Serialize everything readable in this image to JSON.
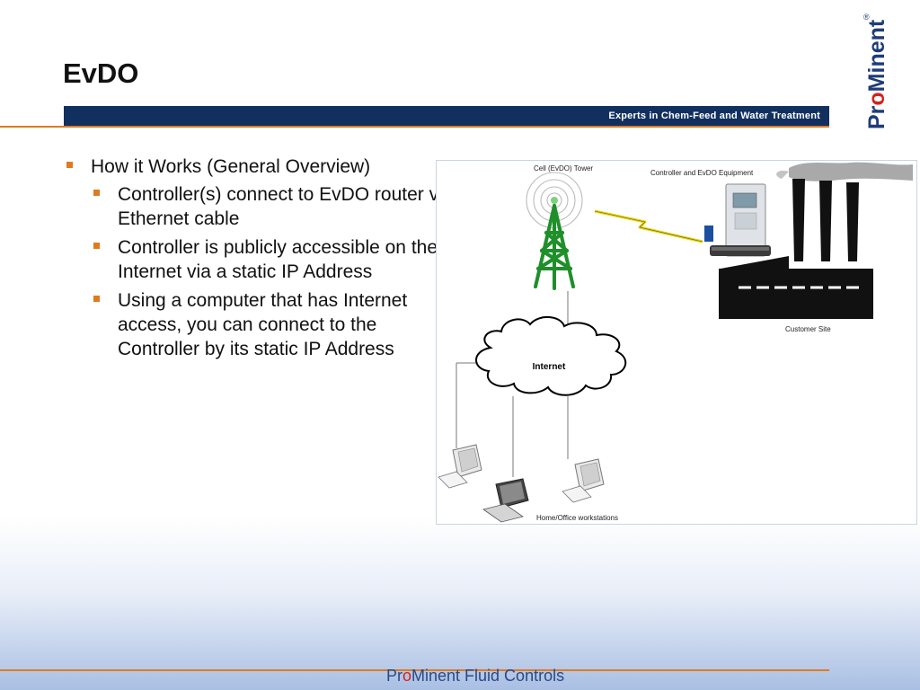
{
  "slide": {
    "title": "EvDO",
    "tagline": "Experts in Chem-Feed and Water Treatment"
  },
  "logo": {
    "pro": "Pr",
    "o": "o",
    "minent": "Minent",
    "registered": "®"
  },
  "bullets": [
    {
      "level": 1,
      "text": "How it Works (General Overview)"
    },
    {
      "level": 2,
      "text": "Controller(s) connect to EvDO router via Ethernet cable"
    },
    {
      "level": 2,
      "text": "Controller is publicly accessible on the Internet via a static IP Address"
    },
    {
      "level": 2,
      "text": "Using a computer that has Internet access, you can connect to the Controller by its static IP Address"
    }
  ],
  "diagram": {
    "tower_label": "Cell (EvDO) Tower",
    "equipment_label": "Controller and EvDO Equipment",
    "customer_label": "Customer Site",
    "internet_label": "Internet",
    "workstations_label": "Home/Office workstations"
  },
  "footer": {
    "pr": "Pr",
    "o": "o",
    "rest": "Minent Fluid Controls"
  },
  "colors": {
    "navy": "#12305f",
    "orange": "#e07a1f",
    "tower_green": "#1f8f2a",
    "logo_blue": "#1e3c78",
    "logo_red": "#d4211c"
  }
}
